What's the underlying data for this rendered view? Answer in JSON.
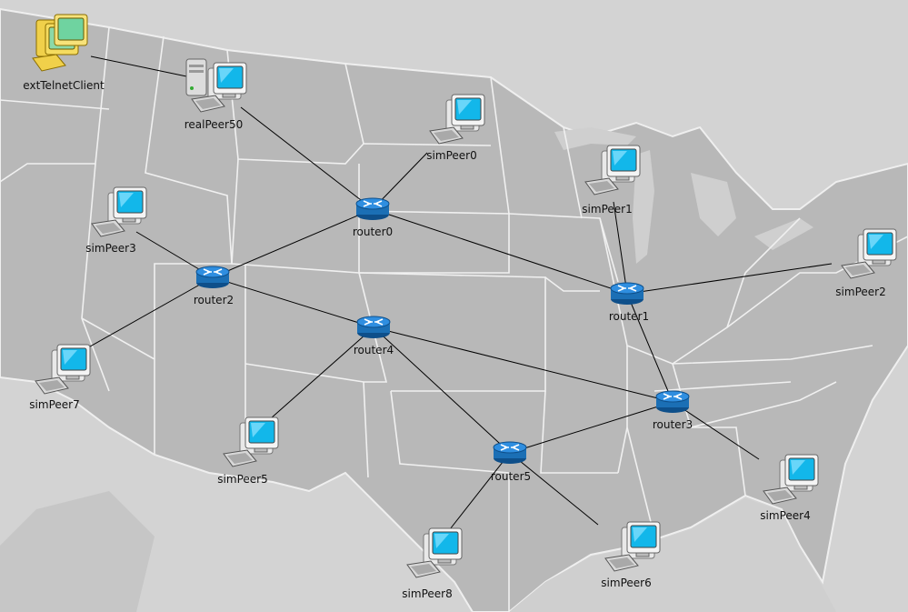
{
  "network": {
    "nodes": [
      {
        "id": "extTelnetClient",
        "label": "extTelnetClient",
        "kind": "client",
        "icon": "telnet-client-icon"
      },
      {
        "id": "realPeer50",
        "label": "realPeer50",
        "kind": "server",
        "icon": "server-pc-icon"
      },
      {
        "id": "simPeer0",
        "label": "simPeer0",
        "kind": "pc",
        "icon": "pc-icon"
      },
      {
        "id": "simPeer1",
        "label": "simPeer1",
        "kind": "pc",
        "icon": "pc-icon"
      },
      {
        "id": "simPeer2",
        "label": "simPeer2",
        "kind": "pc",
        "icon": "pc-icon"
      },
      {
        "id": "simPeer3",
        "label": "simPeer3",
        "kind": "pc",
        "icon": "pc-icon"
      },
      {
        "id": "simPeer4",
        "label": "simPeer4",
        "kind": "pc",
        "icon": "pc-icon"
      },
      {
        "id": "simPeer5",
        "label": "simPeer5",
        "kind": "pc",
        "icon": "pc-icon"
      },
      {
        "id": "simPeer6",
        "label": "simPeer6",
        "kind": "pc",
        "icon": "pc-icon"
      },
      {
        "id": "simPeer7",
        "label": "simPeer7",
        "kind": "pc",
        "icon": "pc-icon"
      },
      {
        "id": "simPeer8",
        "label": "simPeer8",
        "kind": "pc",
        "icon": "pc-icon"
      },
      {
        "id": "router0",
        "label": "router0",
        "kind": "router",
        "icon": "router-icon"
      },
      {
        "id": "router1",
        "label": "router1",
        "kind": "router",
        "icon": "router-icon"
      },
      {
        "id": "router2",
        "label": "router2",
        "kind": "router",
        "icon": "router-icon"
      },
      {
        "id": "router3",
        "label": "router3",
        "kind": "router",
        "icon": "router-icon"
      },
      {
        "id": "router4",
        "label": "router4",
        "kind": "router",
        "icon": "router-icon"
      },
      {
        "id": "router5",
        "label": "router5",
        "kind": "router",
        "icon": "router-icon"
      }
    ],
    "links": [
      [
        "extTelnetClient",
        "realPeer50"
      ],
      [
        "realPeer50",
        "router0"
      ],
      [
        "simPeer0",
        "router0"
      ],
      [
        "router0",
        "router2"
      ],
      [
        "router0",
        "router1"
      ],
      [
        "simPeer3",
        "router2"
      ],
      [
        "simPeer7",
        "router2"
      ],
      [
        "router2",
        "router4"
      ],
      [
        "simPeer1",
        "router1"
      ],
      [
        "simPeer2",
        "router1"
      ],
      [
        "router1",
        "router3"
      ],
      [
        "router4",
        "router3"
      ],
      [
        "router4",
        "simPeer5"
      ],
      [
        "router4",
        "router5"
      ],
      [
        "router3",
        "router5"
      ],
      [
        "router3",
        "simPeer4"
      ],
      [
        "router5",
        "simPeer8"
      ],
      [
        "router5",
        "simPeer6"
      ]
    ]
  },
  "colors": {
    "background": "#d3d3d3",
    "land": "#b9b9b9",
    "borders": "#f2f2f2",
    "link": "#000000",
    "screen": "#12b7ea",
    "router": "#1b6fb5"
  }
}
